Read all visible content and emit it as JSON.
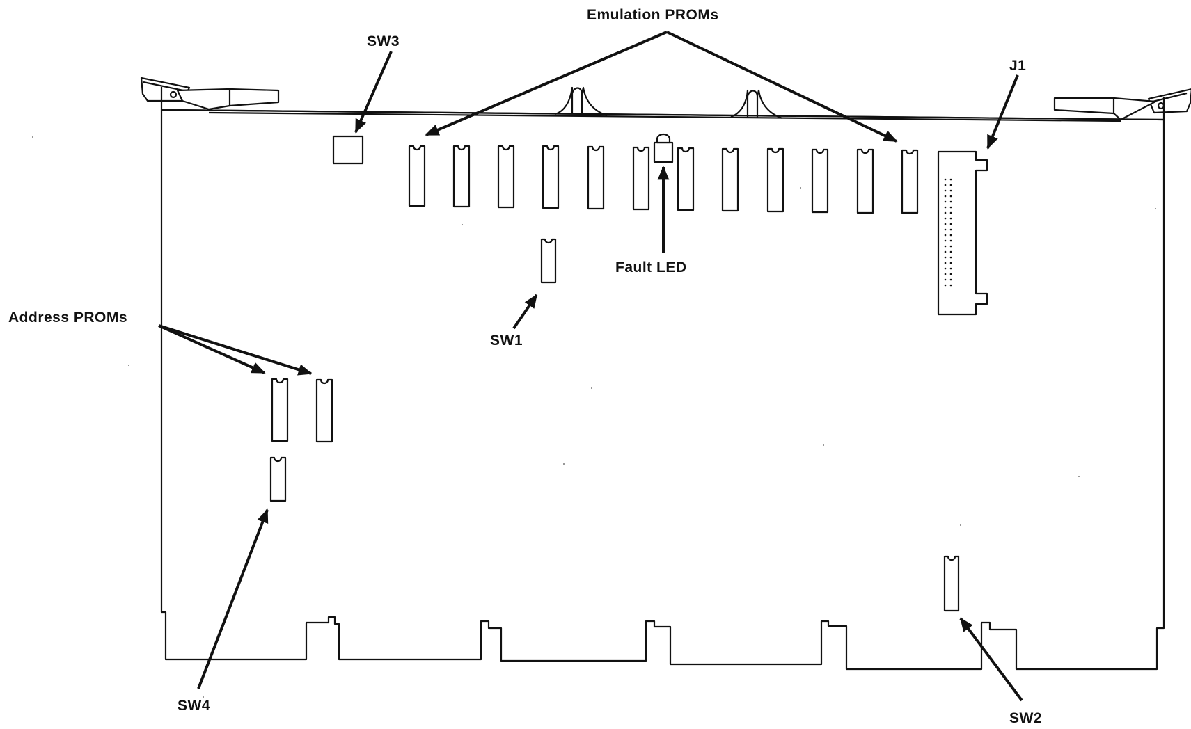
{
  "labels": {
    "emulation_proms": "Emulation PROMs",
    "sw3": "SW3",
    "j1": "J1",
    "fault_led": "Fault LED",
    "sw1": "SW1",
    "address_proms": "Address PROMs",
    "sw4": "SW4",
    "sw2": "SW2"
  }
}
